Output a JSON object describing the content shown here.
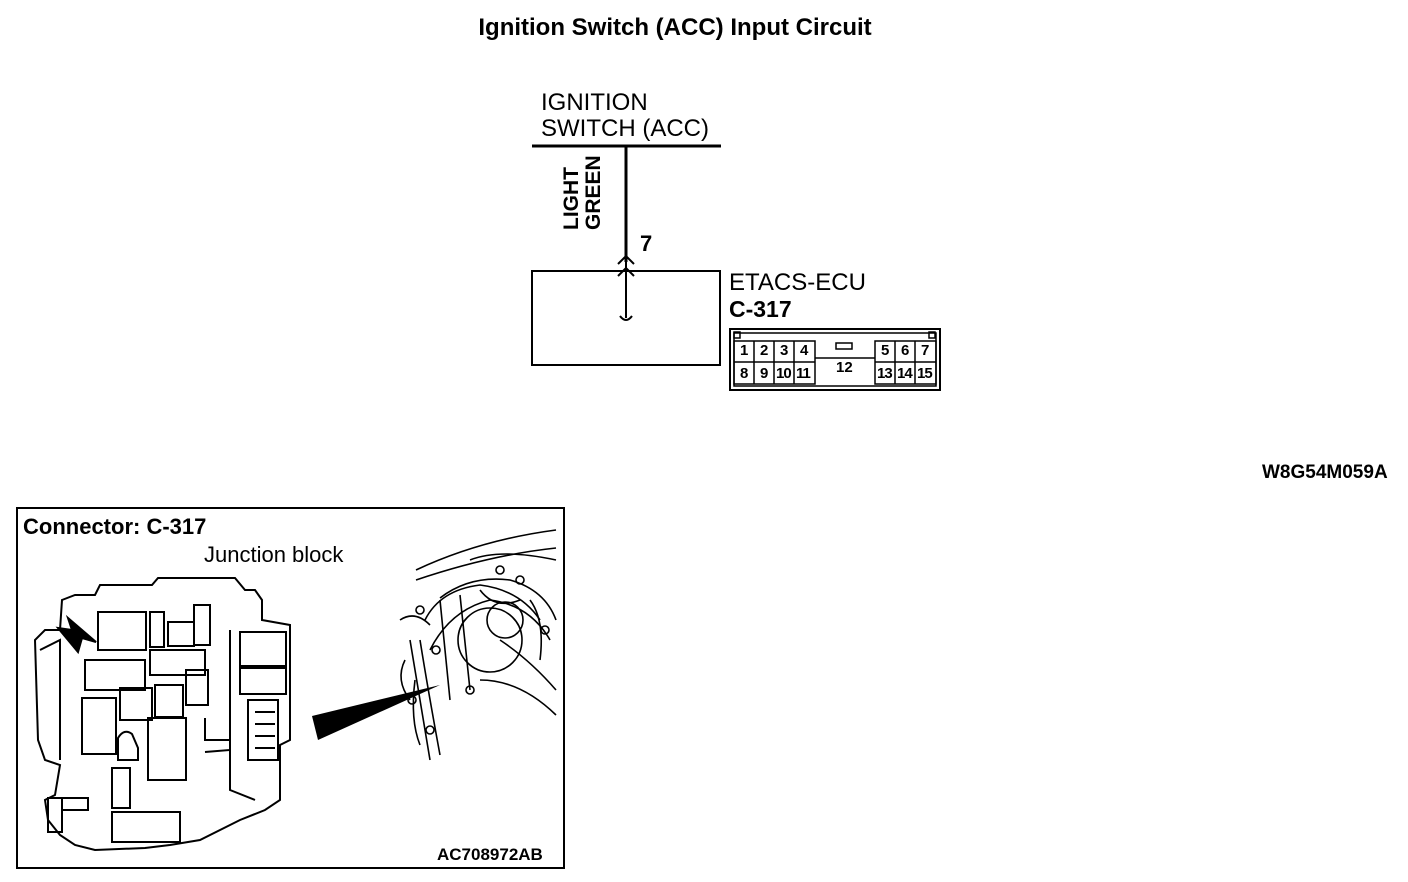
{
  "title": "Ignition Switch (ACC) Input Circuit",
  "circuit": {
    "source_label_line1": "IGNITION",
    "source_label_line2": "SWITCH (ACC)",
    "wire_color_line1": "LIGHT",
    "wire_color_line2": "GREEN",
    "pin_number": "7",
    "ecu_name": "ETACS-ECU",
    "ecu_connector": "C-317",
    "connector_pins_top": [
      "1",
      "2",
      "3",
      "4",
      "5",
      "6",
      "7"
    ],
    "connector_pin_center": "12",
    "connector_pins_bottom": [
      "8",
      "9",
      "10",
      "11",
      "13",
      "14",
      "15"
    ]
  },
  "diagram_code": "W8G54M059A",
  "location_panel": {
    "connector_title": "Connector: C-317",
    "location_label": "Junction block",
    "figure_code": "AC708972AB"
  }
}
